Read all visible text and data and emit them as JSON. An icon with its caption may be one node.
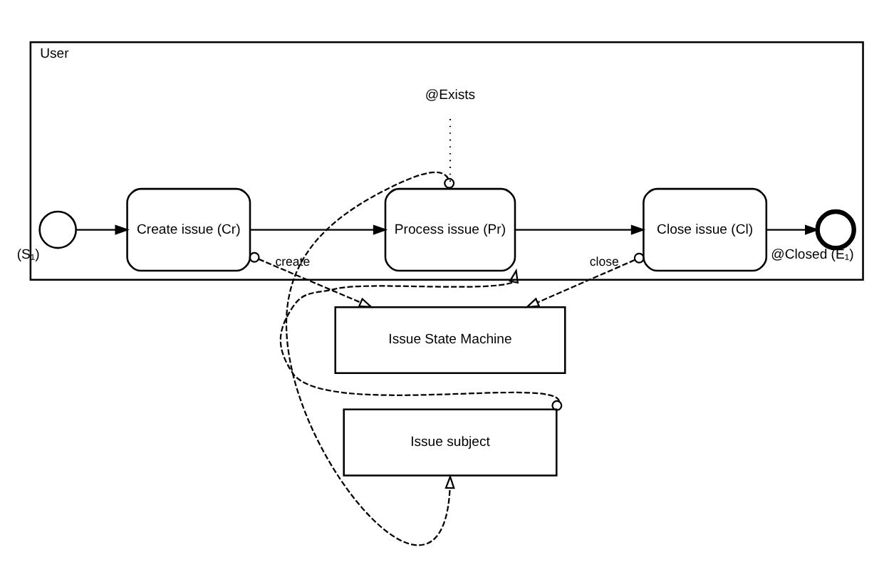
{
  "diagram": {
    "nodes": [
      {
        "text": [
          "Issue subject"
        ]
      },
      {
        "text": [
          "User"
        ]
      },
      {
        "text": [],
        "shape": "circle",
        "in": 1,
        "beside": [
          "(S₁)"
        ]
      },
      {
        "text": [
          "Create issue (Cr)"
        ],
        "in": 1
      },
      {
        "text": [
          "Process issue (Pr)"
        ],
        "in": 1
      },
      {
        "text": [
          "Close issue (Cl)"
        ],
        "in": 1
      },
      {
        "text": [],
        "shape": "circle",
        "in": 1,
        "beside": [
          "@Closed (E₁)"
        ]
      },
      {
        "text": [
          "@Exists"
        ],
        "in": 1
      },
      {
        "text": [
          "Issue State Machine"
        ]
      }
    ],
    "edges": [
      {
        "from": 2,
        "to": 3,
        "arrow": "to"
      },
      {
        "from": 3,
        "to": 4,
        "arrow": "to"
      },
      {
        "from": 4,
        "to": 5,
        "arrow": "to"
      },
      {
        "from": 5,
        "to": 6,
        "arrow": "to"
      },
      {
        "from": 4,
        "to": 0,
        "arrow": "to",
        "style": "dashed"
      },
      {
        "from": 0,
        "to": 4,
        "arrow": "to",
        "style": "dashed"
      },
      {
        "from": 3,
        "to": 8,
        "arrow": "to",
        "style": "dashed",
        "label": "create"
      },
      {
        "from": 5,
        "to": 8,
        "arrow": "to",
        "style": "dashed",
        "label": "close"
      },
      {
        "from": 4,
        "to": 7,
        "arrow": "none",
        "style": "dashed"
      }
    ]
  }
}
